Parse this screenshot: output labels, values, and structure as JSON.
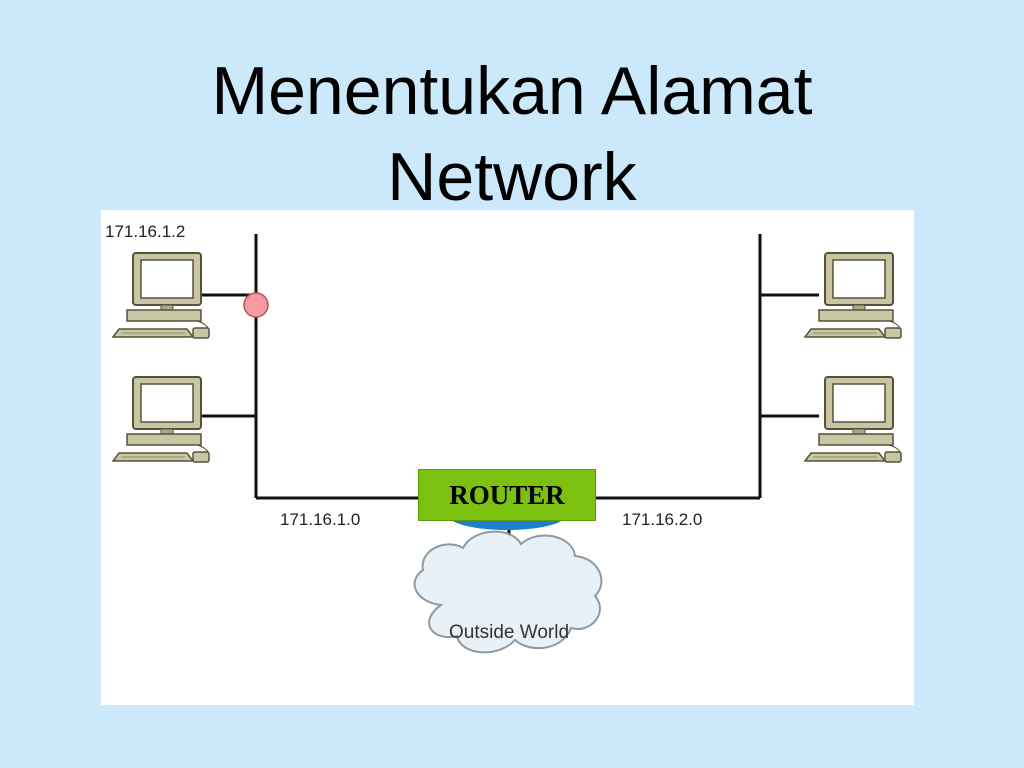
{
  "title": {
    "line1": "Menentukan Alamat",
    "line2": "Network"
  },
  "diagram": {
    "host_ip_label": "171.16.1.2",
    "network_left_label": "171.16.1.0",
    "network_right_label": "171.16.2.0",
    "router_label": "ROUTER",
    "cloud_label": "Outside World",
    "colors": {
      "background": "#cce9fb",
      "router_fill": "#7cc010",
      "router_dome": "#1d7fd0",
      "highlight_dot": "#f49aa0",
      "computer_body": "#c9c7a3",
      "computer_screen": "#ffffff",
      "cloud_fill": "#e9f1f6",
      "cloud_stroke": "#8a9aa6"
    },
    "icons": [
      "computer-icon",
      "router-icon",
      "cloud-icon"
    ]
  }
}
